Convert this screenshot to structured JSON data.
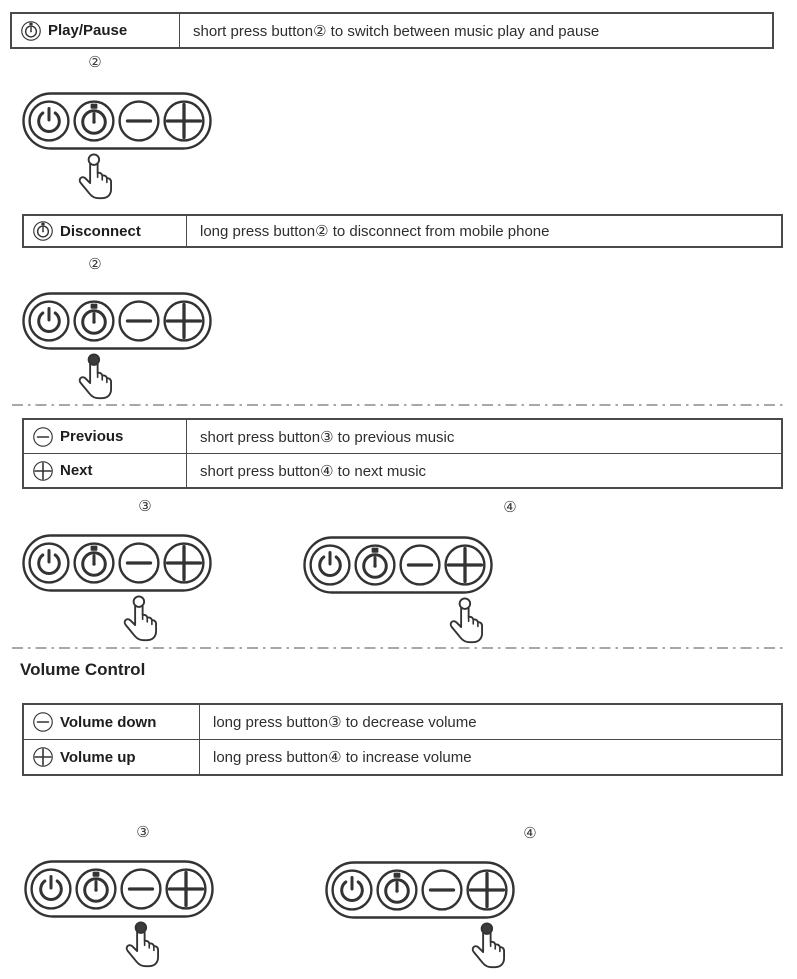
{
  "page": {
    "background": "#ffffff",
    "ink": "#2e2e2e",
    "line_color": "#333333",
    "table_border": "#4a4a4a",
    "divider_color": "#a8a8a8",
    "short_press_tip_color": "#ffffff",
    "long_press_tip_color": "#3c3c3c"
  },
  "heading": {
    "volume_control": "Volume Control"
  },
  "callouts": {
    "two": "②",
    "three": "③",
    "four": "④"
  },
  "tables": {
    "play_pause": {
      "rows": [
        {
          "icon": "stopwatch-icon",
          "label": "Play/Pause",
          "desc": "short press button② to switch between music play and pause"
        }
      ]
    },
    "disconnect": {
      "rows": [
        {
          "icon": "stopwatch-icon",
          "label": "Disconnect",
          "desc": "long press button② to disconnect from mobile phone"
        }
      ]
    },
    "prev_next": {
      "rows": [
        {
          "icon": "minus-circle-icon",
          "label": "Previous",
          "desc": "short press button③ to previous music"
        },
        {
          "icon": "plus-circle-icon",
          "label": "Next",
          "desc": "short press button④ to next music"
        }
      ]
    },
    "volume": {
      "rows": [
        {
          "icon": "minus-circle-icon",
          "label": "Volume down",
          "desc": "long press button③ to decrease volume"
        },
        {
          "icon": "plus-circle-icon",
          "label": "Volume up",
          "desc": "long press button④ to increase volume"
        }
      ]
    }
  },
  "panel": {
    "buttons": [
      {
        "index": 1,
        "icon": "power-icon"
      },
      {
        "index": 2,
        "icon": "stopwatch-icon"
      },
      {
        "index": 3,
        "icon": "minus-icon"
      },
      {
        "index": 4,
        "icon": "plus-icon"
      }
    ]
  },
  "illustrations": [
    {
      "panel": "A",
      "callout": "②",
      "press": "short",
      "target_button": 2
    },
    {
      "panel": "B",
      "callout": "②",
      "press": "long",
      "target_button": 2
    },
    {
      "panel": "C1",
      "callout": "③",
      "press": "short",
      "target_button": 3
    },
    {
      "panel": "C2",
      "callout": "④",
      "press": "short",
      "target_button": 4
    },
    {
      "panel": "D1",
      "callout": "③",
      "press": "long",
      "target_button": 3
    },
    {
      "panel": "D2",
      "callout": "④",
      "press": "long",
      "target_button": 4
    }
  ]
}
